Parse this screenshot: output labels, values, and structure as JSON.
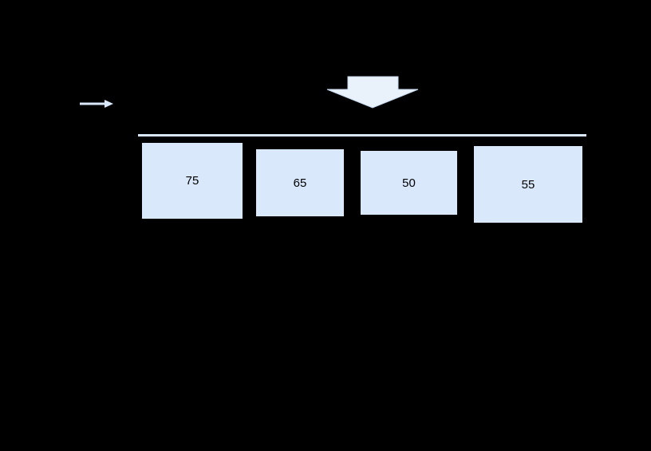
{
  "diagram": {
    "boxes": [
      {
        "value": "75"
      },
      {
        "value": "65"
      },
      {
        "value": "50"
      },
      {
        "value": "55"
      }
    ],
    "colors": {
      "background": "#000000",
      "box_fill": "#dae8fc",
      "box_text": "#000000",
      "beam_line": "#dae8fc",
      "down_arrow_fill": "#e9f1fb",
      "right_arrow_fill": "#dae8fc"
    }
  }
}
